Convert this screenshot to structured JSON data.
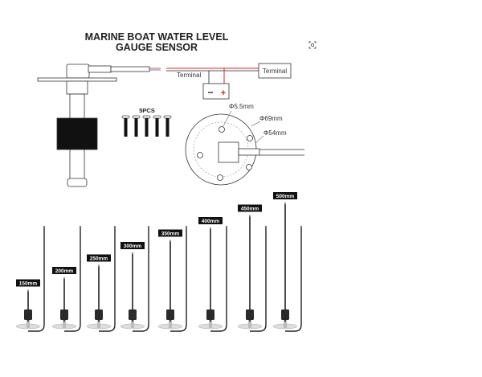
{
  "title": {
    "line1": "MARINE BOAT WATER LEVEL",
    "line2": "GAUGE SENSOR"
  },
  "wiring": {
    "terminal_left": "Terminal",
    "terminal_right": "Terminal",
    "battery_minus": "−",
    "battery_plus": "+"
  },
  "screws": {
    "label": "5PCS",
    "count": 5
  },
  "flange": {
    "hole": "Φ5.5mm",
    "outer": "Φ69mm",
    "inner": "Φ54mm"
  },
  "lens_icon": "visual-search-icon",
  "sensors": [
    {
      "label": "150mm",
      "length": 150
    },
    {
      "label": "200mm",
      "length": 200
    },
    {
      "label": "250mm",
      "length": 250
    },
    {
      "label": "300mm",
      "length": 300
    },
    {
      "label": "350mm",
      "length": 350
    },
    {
      "label": "400mm",
      "length": 400
    },
    {
      "label": "450mm",
      "length": 450
    },
    {
      "label": "500mm",
      "length": 500
    }
  ],
  "colors": {
    "wire_red": "#e02020",
    "wire_black": "#222222",
    "float": "#111111"
  }
}
